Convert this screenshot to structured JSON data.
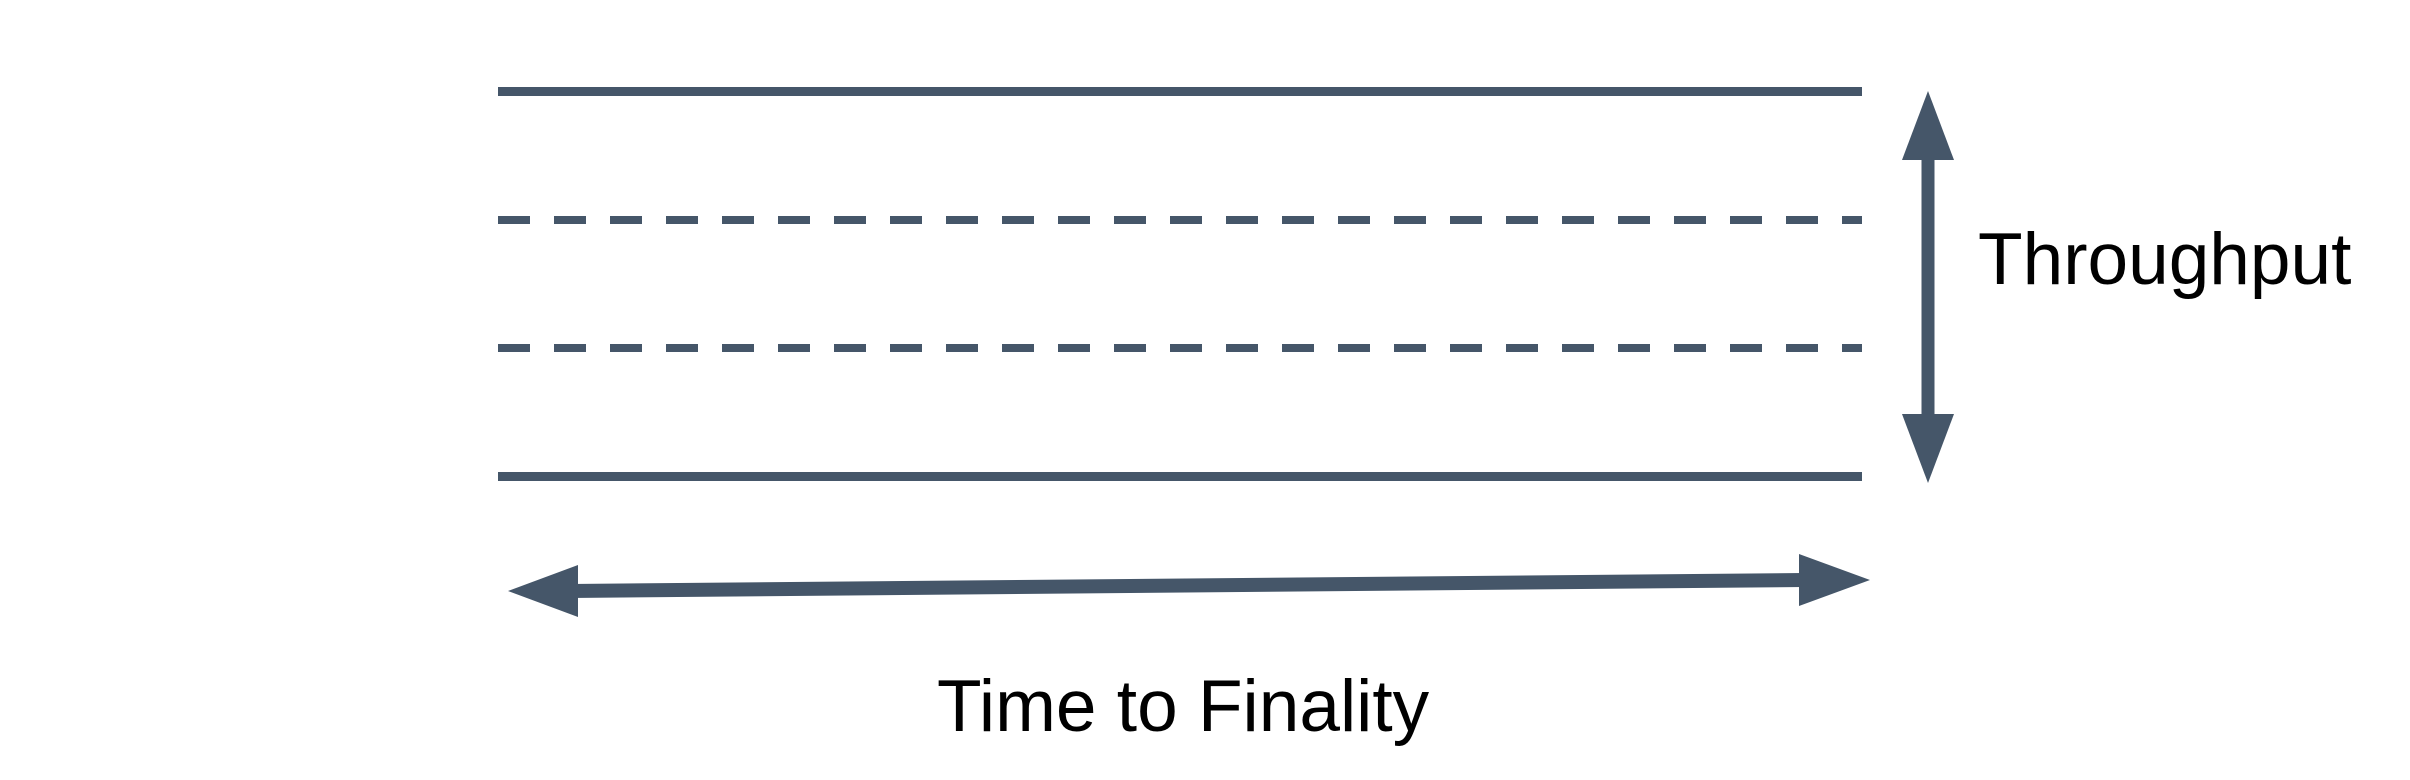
{
  "diagram": {
    "kind": "band-with-axis-arrows",
    "labels": {
      "vertical": "Throughput",
      "horizontal": "Time to Finality"
    },
    "colors": {
      "accent": "#455669",
      "label_text": "#000000",
      "background": "#FFFFFF"
    },
    "band": {
      "lines": [
        {
          "style": "solid"
        },
        {
          "style": "dashed"
        },
        {
          "style": "dashed"
        },
        {
          "style": "solid"
        }
      ]
    }
  }
}
